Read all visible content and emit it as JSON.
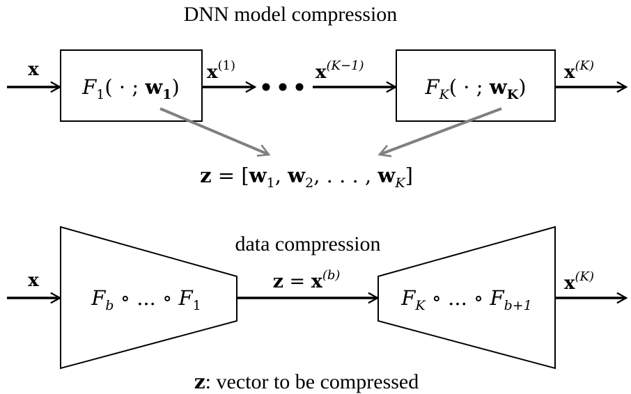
{
  "top": {
    "title": "DNN model compression",
    "input_label": "x",
    "out1_label": "x",
    "out1_sup": "(1)",
    "in_k_label": "x",
    "in_k_sup": "(K−1)",
    "output_label": "x",
    "output_sup": "(K)",
    "block1": {
      "fn": "F",
      "sub": "1",
      "args": "( · ; ",
      "w": "w",
      "w_sub": "1",
      "close": ")"
    },
    "blockK": {
      "fn": "F",
      "sub": "K",
      "args": "( · ; ",
      "w": "w",
      "w_sub": "K",
      "close": ")"
    },
    "param_vector": {
      "z": "z",
      "eq": " = [",
      "w1": "w",
      "w1_sub": "1",
      "sep1": ", ",
      "w2": "w",
      "w2_sub": "2",
      "sep2": ", . . . , ",
      "wK": "w",
      "wK_sub": "K",
      "close": "]"
    }
  },
  "bottom": {
    "title": "data compression",
    "input_label": "x",
    "encoder": {
      "fn_b": "F",
      "sub_b": "b",
      "mid": " ∘ ... ∘ ",
      "fn_1": "F",
      "sub_1": "1"
    },
    "latent": {
      "z": "z",
      "eq": " = ",
      "x": "x",
      "sup": "(b)"
    },
    "decoder": {
      "fn_K": "F",
      "sub_K": "K",
      "mid": " ∘ ... ∘ ",
      "fn_b1": "F",
      "sub_b1": "b+1"
    },
    "output_label": "x",
    "output_sup": "(K)"
  },
  "caption": {
    "z": "z",
    "text": ": vector to be compressed"
  },
  "colors": {
    "primary": "#000000",
    "gray_arrow": "#808080",
    "background": "#ffffff"
  }
}
